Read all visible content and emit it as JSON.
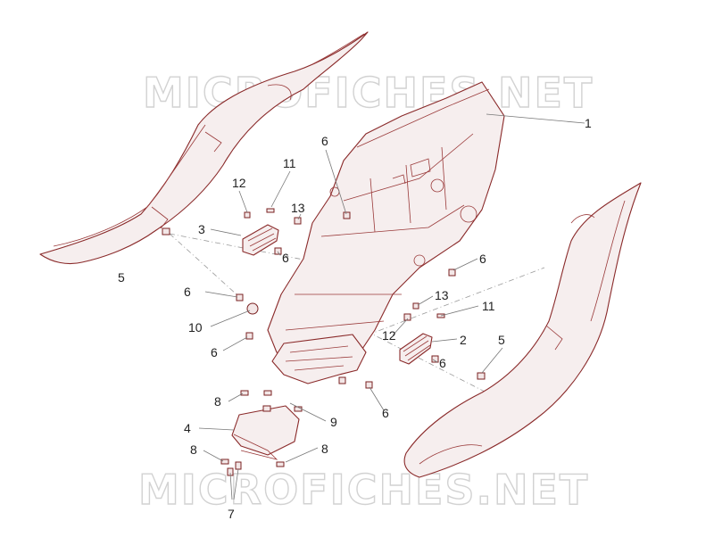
{
  "watermark": {
    "text": "MICROFICHES.NET",
    "color": "#d2d2d2"
  },
  "colors": {
    "part_outline": "#8a2a2a",
    "leader_line": "#777777",
    "label_text": "#222222"
  },
  "callouts": [
    {
      "id": "c1",
      "label": "1"
    },
    {
      "id": "c6a",
      "label": "6"
    },
    {
      "id": "c11a",
      "label": "11"
    },
    {
      "id": "c12a",
      "label": "12"
    },
    {
      "id": "c13a",
      "label": "13"
    },
    {
      "id": "c3",
      "label": "3"
    },
    {
      "id": "c6b",
      "label": "6"
    },
    {
      "id": "c5a",
      "label": "5"
    },
    {
      "id": "c6c",
      "label": "6"
    },
    {
      "id": "c6d",
      "label": "6"
    },
    {
      "id": "c10",
      "label": "10"
    },
    {
      "id": "c6e",
      "label": "6"
    },
    {
      "id": "c13b",
      "label": "13"
    },
    {
      "id": "c11b",
      "label": "11"
    },
    {
      "id": "c12b",
      "label": "12"
    },
    {
      "id": "c2",
      "label": "2"
    },
    {
      "id": "c6f",
      "label": "6"
    },
    {
      "id": "c5b",
      "label": "5"
    },
    {
      "id": "c6g",
      "label": "6"
    },
    {
      "id": "c8a",
      "label": "8"
    },
    {
      "id": "c9",
      "label": "9"
    },
    {
      "id": "c4",
      "label": "4"
    },
    {
      "id": "c8b",
      "label": "8"
    },
    {
      "id": "c8c",
      "label": "8"
    },
    {
      "id": "c7",
      "label": "7"
    }
  ]
}
